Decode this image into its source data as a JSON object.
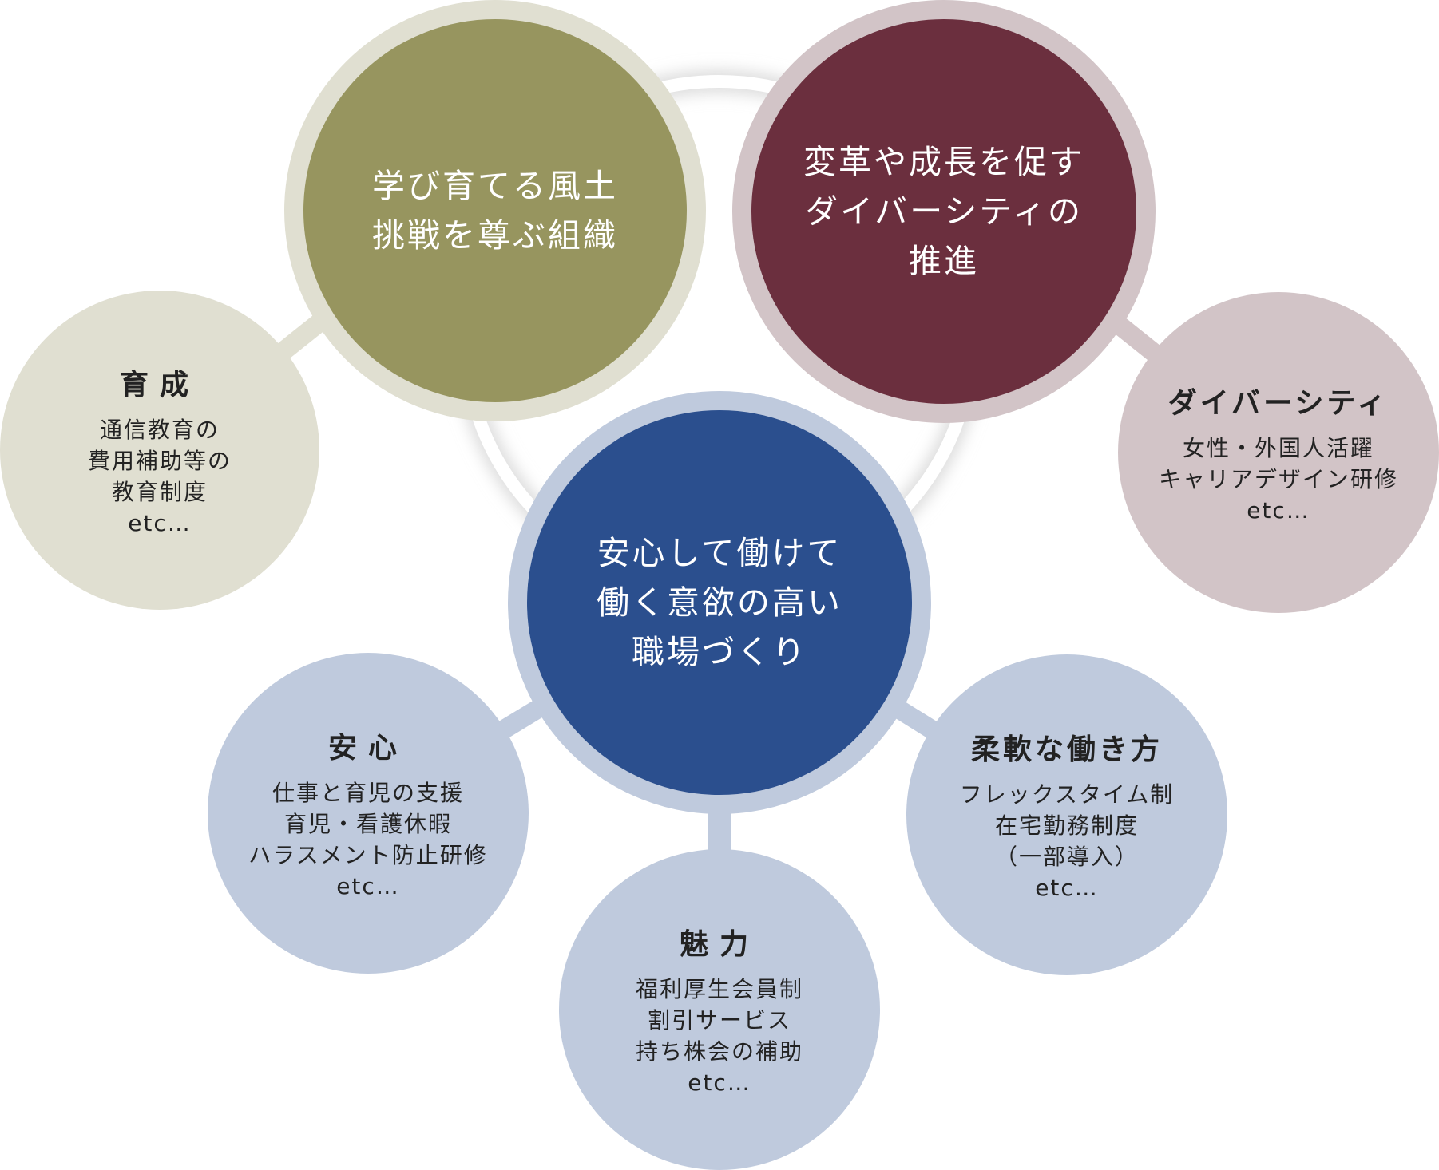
{
  "colors": {
    "learn": "#97955f",
    "learn_ring": "#e0dfd1",
    "diversity": "#6b2f3e",
    "diversity_ring": "#d2c4c7",
    "core": "#2b4f8e",
    "core_ring": "#bfcadd"
  },
  "learn": {
    "line1": "学び育てる風土",
    "line2": "挑戦を尊ぶ組織"
  },
  "diversity": {
    "line1": "変革や成長を促す",
    "line2": "ダイバーシティの",
    "line3": "推進"
  },
  "core": {
    "line1": "安心して働けて",
    "line2": "働く意欲の高い",
    "line3": "職場づくり"
  },
  "ikusei": {
    "title": "育成",
    "lines": [
      "通信教育の",
      "費用補助等の",
      "教育制度",
      "etc…"
    ]
  },
  "diversity_detail": {
    "title": "ダイバーシティ",
    "lines": [
      "女性・外国人活躍",
      "キャリアデザイン研修",
      "etc…"
    ]
  },
  "anshin": {
    "title": "安心",
    "lines": [
      "仕事と育児の支援",
      "育児・看護休暇",
      "ハラスメント防止研修",
      "etc…"
    ]
  },
  "flex": {
    "title": "柔軟な働き方",
    "lines": [
      "フレックスタイム制",
      "在宅勤務制度",
      "（一部導入）",
      "etc…"
    ]
  },
  "miryoku": {
    "title": "魅力",
    "lines": [
      "福利厚生会員制",
      "割引サービス",
      "持ち株会の補助",
      "etc…"
    ]
  }
}
